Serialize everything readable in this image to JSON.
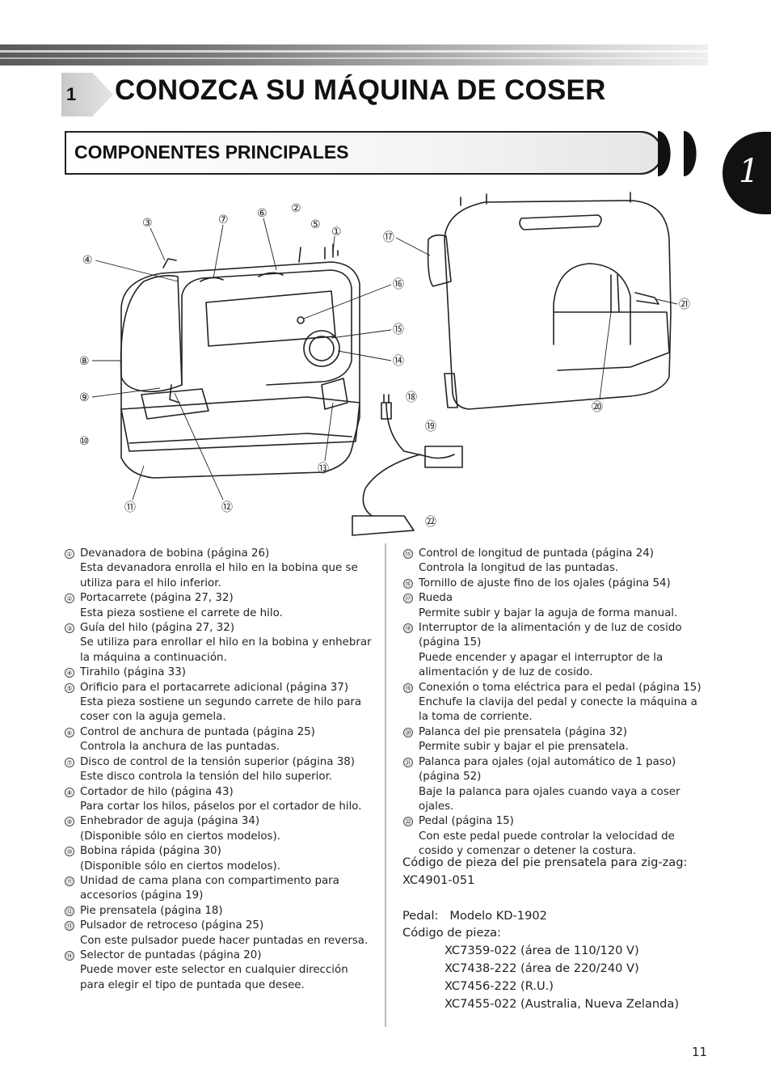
{
  "chapter": {
    "number": "1",
    "title": "CONOZCA SU MÁQUINA DE COSER",
    "tab_number": "1"
  },
  "section": {
    "title": "COMPONENTES PRINCIPALES"
  },
  "callouts": [
    "①",
    "②",
    "③",
    "④",
    "⑤",
    "⑥",
    "⑦",
    "⑧",
    "⑨",
    "⑩",
    "⑪",
    "⑫",
    "⑬",
    "⑭",
    "⑮",
    "⑯",
    "⑰",
    "⑱",
    "⑲",
    "⑳",
    "㉑",
    "㉒"
  ],
  "items_left": [
    {
      "num": "①",
      "title": "Devanadora de bobina (página 26)",
      "desc": "Esta devanadora enrolla el hilo en la bobina que se utiliza para el hilo inferior."
    },
    {
      "num": "②",
      "title": "Portacarrete (página 27, 32)",
      "desc": "Esta pieza sostiene el carrete de hilo."
    },
    {
      "num": "③",
      "title": "Guía del hilo (página 27, 32)",
      "desc": "Se utiliza para enrollar el hilo en la bobina y enhebrar la máquina a continuación."
    },
    {
      "num": "④",
      "title": "Tirahilo (página 33)",
      "desc": ""
    },
    {
      "num": "⑤",
      "title": "Orificio para el portacarrete adicional (página 37)",
      "desc": "Esta pieza sostiene un segundo carrete de hilo para coser con la aguja gemela."
    },
    {
      "num": "⑥",
      "title": "Control de anchura de puntada (página 25)",
      "desc": "Controla la anchura de las puntadas."
    },
    {
      "num": "⑦",
      "title": "Disco de control de la tensión superior (página 38)",
      "desc": "Este disco controla la tensión del hilo superior."
    },
    {
      "num": "⑧",
      "title": "Cortador de hilo (página 43)",
      "desc": "Para cortar los hilos, páselos por el cortador de hilo."
    },
    {
      "num": "⑨",
      "title": "Enhebrador de aguja (página 34)",
      "desc": "(Disponible sólo en ciertos modelos)."
    },
    {
      "num": "⑩",
      "title": "Bobina rápida (página 30)",
      "desc": "(Disponible sólo en ciertos modelos)."
    },
    {
      "num": "⑪",
      "title": "Unidad de cama plana con compartimento para accesorios (página 19)",
      "desc": ""
    },
    {
      "num": "⑫",
      "title": "Pie prensatela (página 18)",
      "desc": ""
    },
    {
      "num": "⑬",
      "title": "Pulsador de retroceso (página 25)",
      "desc": "Con este pulsador puede hacer puntadas en reversa."
    },
    {
      "num": "⑭",
      "title": "Selector de puntadas (página 20)",
      "desc": "Puede mover este selector en cualquier dirección para elegir el tipo de puntada que desee."
    }
  ],
  "items_right": [
    {
      "num": "⑮",
      "title": "Control de longitud de puntada (página 24)",
      "desc": "Controla la longitud de las puntadas."
    },
    {
      "num": "⑯",
      "title": "Tornillo de ajuste fino de los ojales (página 54)",
      "desc": ""
    },
    {
      "num": "⑰",
      "title": "Rueda",
      "desc": "Permite subir y bajar la aguja de forma manual."
    },
    {
      "num": "⑱",
      "title": "Interruptor de la alimentación y de luz de cosido (página 15)",
      "desc": "Puede encender y apagar el interruptor de la alimentación y de luz de cosido."
    },
    {
      "num": "⑲",
      "title": "Conexión o toma eléctrica para el pedal (página 15)",
      "desc": "Enchufe la clavija del pedal y conecte la máquina a la toma de corriente."
    },
    {
      "num": "⑳",
      "title": "Palanca del pie prensatela (página 32)",
      "desc": "Permite subir y bajar el pie prensatela."
    },
    {
      "num": "㉑",
      "title": "Palanca para ojales (ojal automático de 1 paso) (página 52)",
      "desc": "Baje la palanca para ojales cuando vaya a coser ojales."
    },
    {
      "num": "㉒",
      "title": "Pedal (página 15)",
      "desc": "Con este pedal puede controlar la velocidad de cosido y comenzar o detener la costura."
    }
  ],
  "codes": {
    "foot_label": "Código de pieza del pie prensatela para zig-zag:",
    "foot_code": "XC4901-051",
    "pedal_label": "Pedal:   Modelo KD-1902",
    "code_label": "Código de pieza:",
    "codes_list": [
      "XC7359-022 (área de 110/120 V)",
      "XC7438-222 (área de 220/240 V)",
      "XC7456-222 (R.U.)",
      "XC7455-022 (Australia, Nueva Zelanda)"
    ]
  },
  "page_number": "11"
}
